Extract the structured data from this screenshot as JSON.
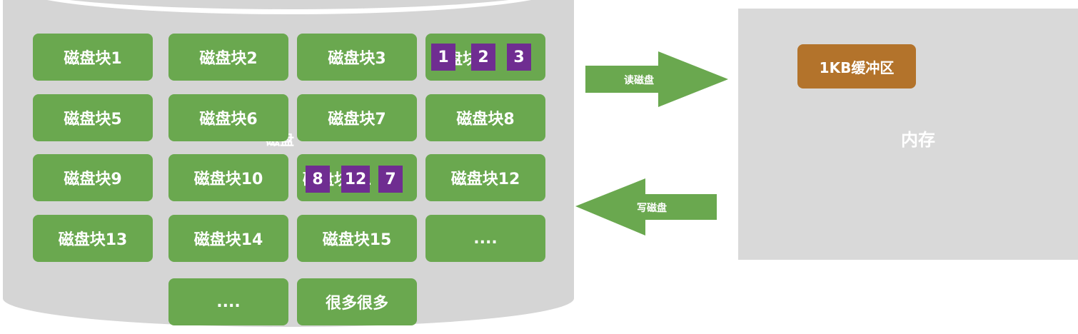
{
  "disk": {
    "label": "磁盘",
    "blocks": [
      "磁盘块1",
      "磁盘块2",
      "磁盘块3",
      "磁盘块4",
      "磁盘块5",
      "磁盘块6",
      "磁盘块7",
      "磁盘块8",
      "磁盘块9",
      "磁盘块10",
      "磁盘块11",
      "磁盘块12",
      "磁盘块13",
      "磁盘块14",
      "磁盘块15",
      "....",
      "....",
      "很多很多"
    ],
    "block4_pieces": [
      "1",
      "2",
      "3"
    ],
    "block11_pieces": [
      "8",
      "12",
      "7"
    ]
  },
  "memory": {
    "label": "内存",
    "buffer_label": "1KB缓冲区"
  },
  "arrows": {
    "read_label": "读磁盘",
    "write_label": "写磁盘"
  },
  "colors": {
    "block_green": "#6aa84f",
    "piece_purple": "#6f2d91",
    "buffer_brown": "#b3732b",
    "disk_gray": "#d5d5d5",
    "memory_gray": "#d9d9d9"
  }
}
